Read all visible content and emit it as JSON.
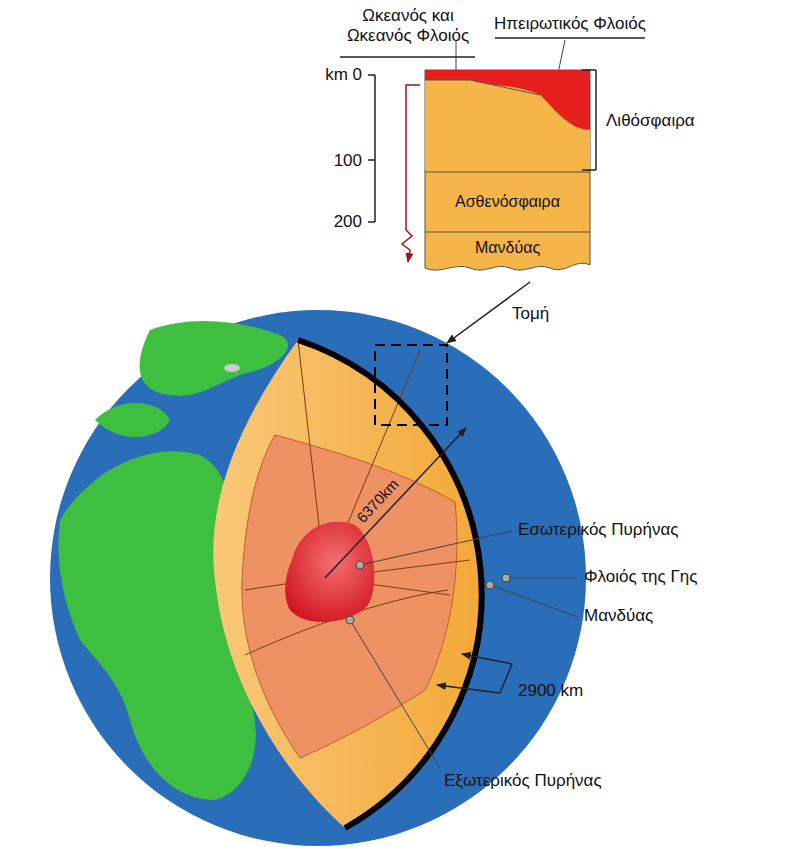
{
  "diagram": {
    "nodes": [
      {
        "text": [
          "Ασθενόσφαιρα"
        ]
      },
      {
        "text": [
          "Μανδύας"
        ]
      }
    ],
    "labels": [
      "Ωκεανός και Ωκεανός Φλοιός",
      "Ηπειρωτικός Φλοιός",
      "km 0",
      "100",
      "200",
      "Λιθόσφαιρα",
      "Τομή",
      "6370km",
      "Εσωτερικός Πυρήνας",
      "Φλοιός της Γης",
      "Μανδύας",
      "2900 km",
      "Εξωτερικός Πυρήνας"
    ]
  }
}
